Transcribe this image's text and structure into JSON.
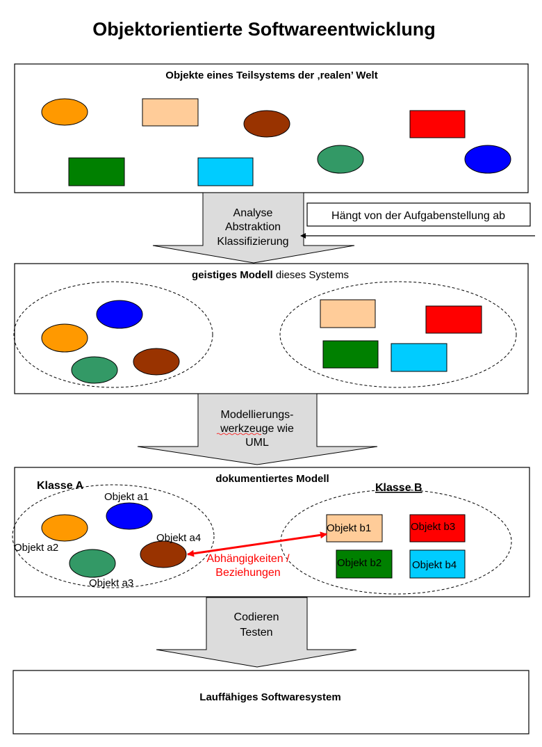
{
  "title": "Objektorientierte Softwareentwicklung",
  "colors": {
    "orange": "#ff9900",
    "peach": "#ffcc99",
    "brown": "#993300",
    "red": "#ff0000",
    "dark_green": "#008000",
    "cyan": "#00ccff",
    "sea_green": "#339966",
    "blue": "#0000ff",
    "arrow_gray": "#dcdcdc",
    "relation_red": "#ff0000"
  },
  "stage1": {
    "heading": "Objekte eines Teilsystems der ‚realen’ Welt"
  },
  "arrow1": {
    "lines": [
      "Analyse",
      "Abstraktion",
      "Klassifizierung"
    ]
  },
  "note": {
    "text": "Hängt von der Aufgabenstellung ab"
  },
  "stage2": {
    "heading_bold": "geistiges Modell",
    "heading_rest": " dieses Systems"
  },
  "arrow2": {
    "lines": [
      "Modellierungs-",
      "werkzeuge wie",
      "UML"
    ]
  },
  "stage3": {
    "heading": "dokumentiertes Modell",
    "class_a": {
      "label": "Klasse A",
      "objects": [
        "Objekt a1",
        "Objekt a2",
        "Objekt a3",
        "Objekt a4"
      ]
    },
    "class_b": {
      "label": "Klasse B",
      "objects": [
        "Objekt b1",
        "Objekt b2",
        "Objekt b3",
        "Objekt b4"
      ]
    },
    "relation": [
      "Abhängigkeiten /",
      "Beziehungen"
    ]
  },
  "arrow3": {
    "lines": [
      "Codieren",
      "Testen"
    ]
  },
  "stage4": {
    "heading": "Lauffähiges Softwaresystem"
  }
}
